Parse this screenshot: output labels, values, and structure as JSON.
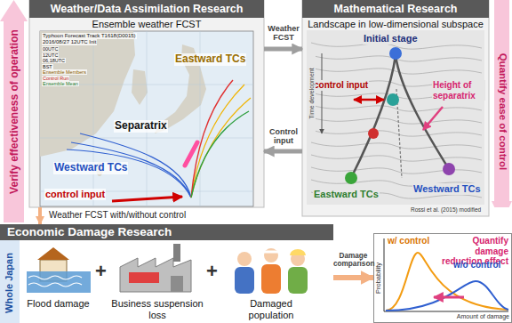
{
  "diagram": {
    "nodes": [
      {
        "text": [
          "Verify effectiveness of operation"
        ]
      },
      {
        "text": [
          "Weather/Data Assimilation Research",
          "Ensemble weather FCST"
        ]
      },
      {
        "text": [
          "Mathematical Research",
          "Landscape in low-dimensional subspace"
        ]
      },
      {
        "text": [
          "Quantify ease of control"
        ]
      },
      {
        "text": [
          "Economic Damage Research"
        ]
      },
      {
        "text": [
          "Quantify damage reduction effect"
        ]
      }
    ],
    "edges": [
      {
        "from": 1,
        "to": 2,
        "label": "Weather FCST",
        "arrow": "to"
      },
      {
        "from": 2,
        "to": 1,
        "label": "Control input",
        "arrow": "to"
      },
      {
        "from": 1,
        "to": 4,
        "label": "Weather FCST with/without control",
        "arrow": "to"
      },
      {
        "from": 4,
        "to": 5,
        "label": "Damage comparison",
        "arrow": "to"
      }
    ],
    "labels": [
      "Typhoon Forecast Track T1618(D0015)",
      "2016/08/27 12UTC Init",
      "00UTC",
      "12UTC",
      "06,18UTC",
      "BST",
      "Ensemble Members",
      "Control Run",
      "Ensemble Mean",
      "Separatrix",
      "Eastward TCs",
      "Westward TCs",
      "control input",
      "Initial stage",
      "control input",
      "Height of separatrix",
      "Eastward TCs",
      "Westward TCs",
      "Time development",
      "Rossi et al. (2015) modified",
      "Whole Japan",
      "Flood damage",
      "+",
      "Business suspension loss",
      "+",
      "Damaged population",
      "Probability",
      "Amount of damage",
      "w/ control",
      "w/o control"
    ]
  }
}
